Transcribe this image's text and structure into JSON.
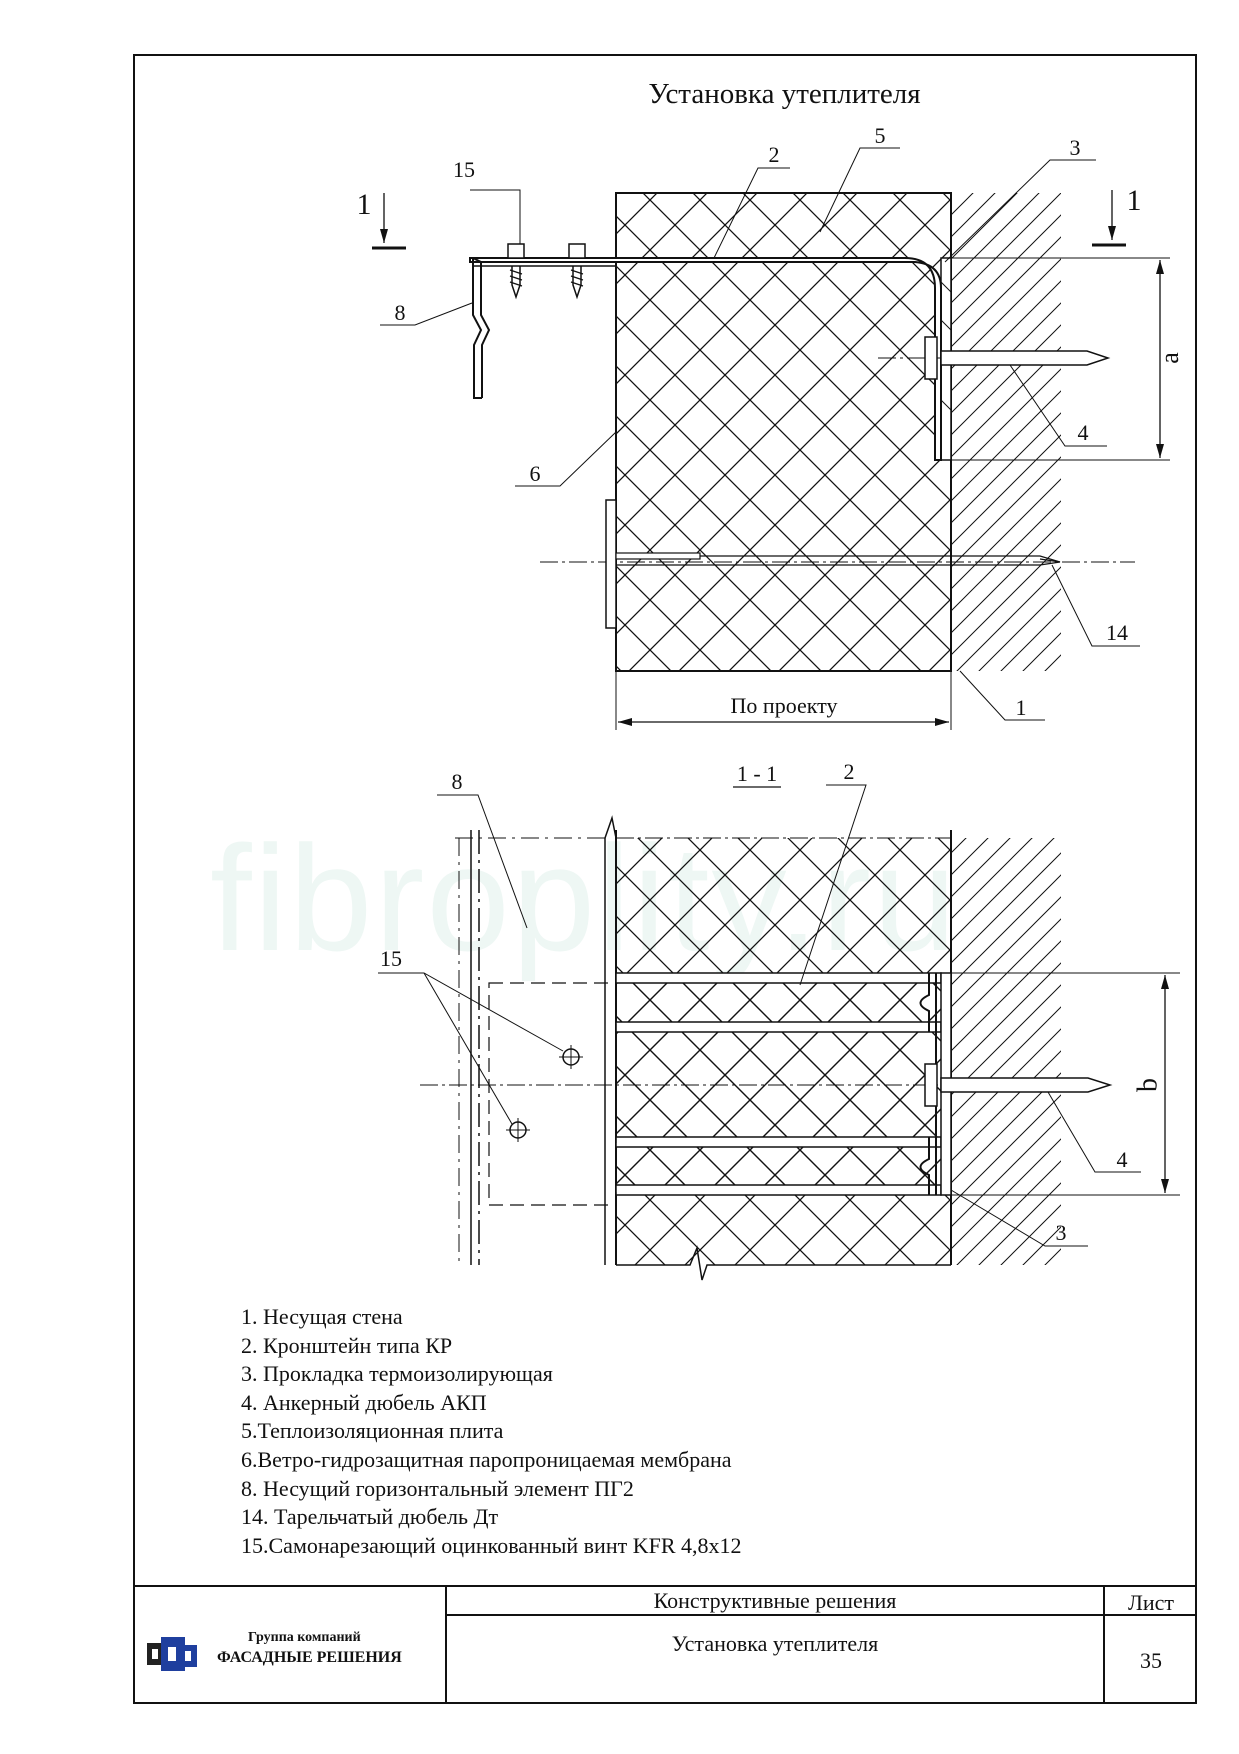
{
  "title": "Установка утеплителя",
  "watermark": "fibroplity.ru",
  "callouts": {
    "top_1": "1",
    "top_2": "2",
    "top_3": "3",
    "top_4": "4",
    "top_5": "5",
    "top_6": "6",
    "top_8": "8",
    "top_14": "14",
    "top_15": "15",
    "bot_2": "2",
    "bot_3": "3",
    "bot_4": "4",
    "bot_8": "8",
    "bot_15": "15"
  },
  "section_marks": {
    "left": "1",
    "right": "1"
  },
  "dimensions": {
    "a": "a",
    "b": "b",
    "thickness": "По проекту"
  },
  "section_title": "1 - 1",
  "legend": [
    "1. Несущая стена",
    "2. Кронштейн типа КР",
    "3. Прокладка термоизолирующая",
    "4. Анкерный дюбель АКП",
    "5.Теплоизоляционная плита",
    "6.Ветро-гидрозащитная паропроницаемая мембрана",
    "8. Несущий горизонтальный элемент ПГ2",
    "14. Тарельчатый дюбель  Дт",
    "15.Самонарезающий оцинкованный винт KFR 4,8х12"
  ],
  "title_block": {
    "company_line1": "Группа компаний",
    "company_line2": "ФАСАДНЫЕ РЕШЕНИЯ",
    "section": "Конструктивные решения",
    "sheet_title": "Установка утеплителя",
    "sheet_label": "Лист",
    "sheet_number": "35"
  },
  "colors": {
    "line": "#111111",
    "logo_blue": "#1f3f9e",
    "logo_dark": "#222222",
    "watermark": "#eef7f4"
  }
}
